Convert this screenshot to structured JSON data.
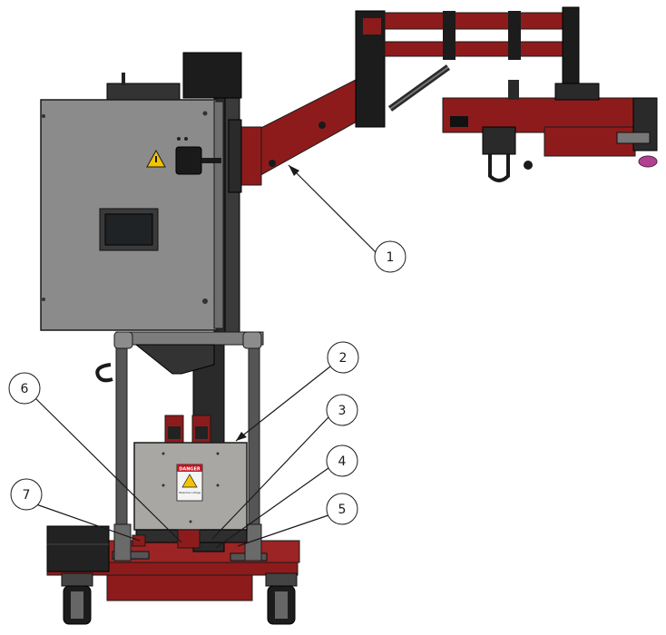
{
  "callouts": [
    {
      "id": "1",
      "label": "1"
    },
    {
      "id": "2",
      "label": "2"
    },
    {
      "id": "3",
      "label": "3"
    },
    {
      "id": "4",
      "label": "4"
    },
    {
      "id": "5",
      "label": "5"
    },
    {
      "id": "6",
      "label": "6"
    },
    {
      "id": "7",
      "label": "7"
    }
  ],
  "danger_label": {
    "header": "DANGER",
    "body": "Hazardous voltage"
  },
  "colors": {
    "frame_red": "#8e1b1b",
    "cabinet_gray": "#8b8b8b",
    "box_gray": "#a9a7a4",
    "dark_post": "#2a2a2a",
    "outline": "#1a1a1a",
    "warning_yellow": "#f2c300",
    "accent_magenta": "#b0438f"
  }
}
